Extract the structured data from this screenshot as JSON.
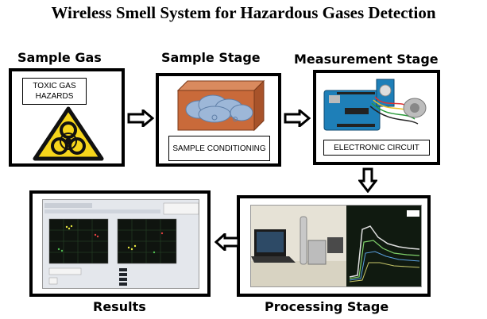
{
  "title": "Wireless Smell System for Hazardous Gases Detection",
  "stages": {
    "sample_gas": {
      "label": "Sample Gas",
      "inner_text": "TOXIC GAS HAZARDS"
    },
    "sample_stage": {
      "label": "Sample Stage",
      "inner_text": "SAMPLE CONDITIONING"
    },
    "measurement_stage": {
      "label": "Measurement Stage",
      "inner_text": "ELECTRONIC CIRCUIT"
    },
    "processing_stage": {
      "label": "Processing Stage"
    },
    "results": {
      "label": "Results"
    }
  },
  "colors": {
    "hazard_yellow": "#f6d51b",
    "box_brown": "#c96a3a",
    "cloud_blue": "#9db7d8",
    "arduino_blue": "#1e7fb8"
  },
  "icons": [
    "biohazard-icon",
    "arrow-right-icon",
    "arrow-down-icon",
    "arrow-left-icon"
  ]
}
